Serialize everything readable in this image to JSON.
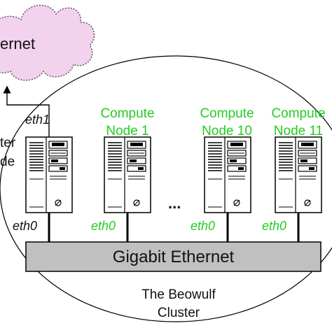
{
  "colors": {
    "cloud_fill": "#f3d2ee",
    "cloud_stroke": "#555555",
    "node_label": "#22cc22",
    "switch_fill": "#c0c0c0",
    "cable": "#000000"
  },
  "icons": {
    "server": "tower-server-icon",
    "cloud": "internet-cloud-icon"
  },
  "cloud": {
    "label": "ernet"
  },
  "links": {
    "eth1": "eth1"
  },
  "frontend": {
    "label_line1": "ter",
    "label_line2": "de",
    "eth0": "eth0"
  },
  "nodes": [
    {
      "line1": "Compute",
      "line2": "Node 1",
      "eth0": "eth0"
    },
    {
      "line1": "Compute",
      "line2": "Node 10",
      "eth0": "eth0"
    },
    {
      "line1": "Compute",
      "line2": "Node 11",
      "eth0": "eth0"
    }
  ],
  "ellipsis": "...",
  "switch": {
    "label": "Gigabit Ethernet"
  },
  "cluster": {
    "line1": "The Beowulf",
    "line2": "Cluster"
  }
}
